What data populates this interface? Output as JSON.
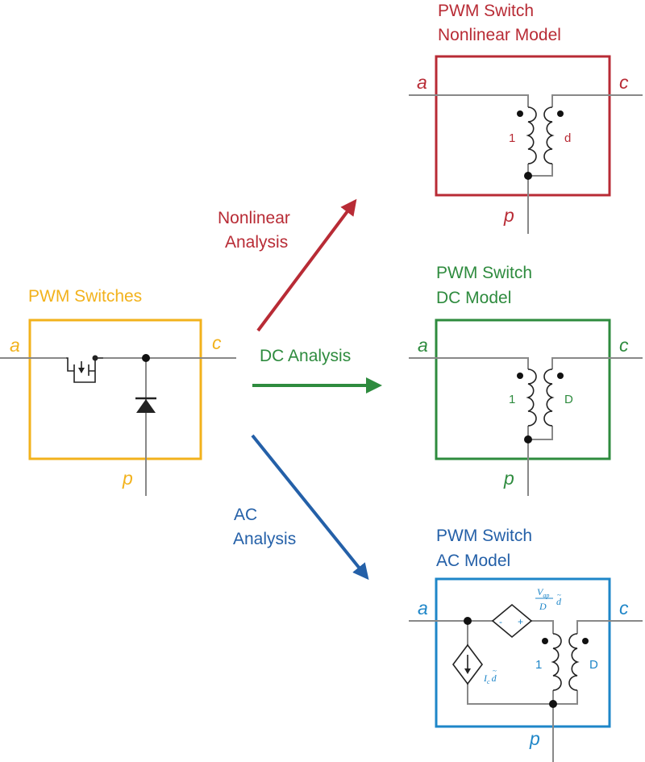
{
  "colors": {
    "yellow": "#F2B21C",
    "red": "#B82B35",
    "green": "#2E8B3E",
    "blue": "#2460A8",
    "ac_box": "#1E86C8",
    "wire": "#888888"
  },
  "switches": {
    "title": "PWM Switches",
    "pin_a": "a",
    "pin_c": "c",
    "pin_p": "p"
  },
  "arrows": {
    "nonlinear_line1": "Nonlinear",
    "nonlinear_line2": "Analysis",
    "dc": "DC Analysis",
    "ac_line1": "AC",
    "ac_line2": "Analysis"
  },
  "nonlinear_model": {
    "title_line1": "PWM Switch",
    "title_line2": "Nonlinear Model",
    "pin_a": "a",
    "pin_c": "c",
    "pin_p": "p",
    "ratio_left": "1",
    "ratio_right": "d"
  },
  "dc_model": {
    "title_line1": "PWM Switch",
    "title_line2": "DC Model",
    "pin_a": "a",
    "pin_c": "c",
    "pin_p": "p",
    "ratio_left": "1",
    "ratio_right": "D"
  },
  "ac_model": {
    "title_line1": "PWM Switch",
    "title_line2": "AC Model",
    "pin_a": "a",
    "pin_c": "c",
    "pin_p": "p",
    "ratio_left": "1",
    "ratio_right": "D",
    "vsrc_num": "V",
    "vsrc_num_sub": "ap",
    "vsrc_den": "D",
    "vsrc_d": "d",
    "isrc_i": "I",
    "isrc_sub": "c",
    "isrc_d": "d"
  }
}
